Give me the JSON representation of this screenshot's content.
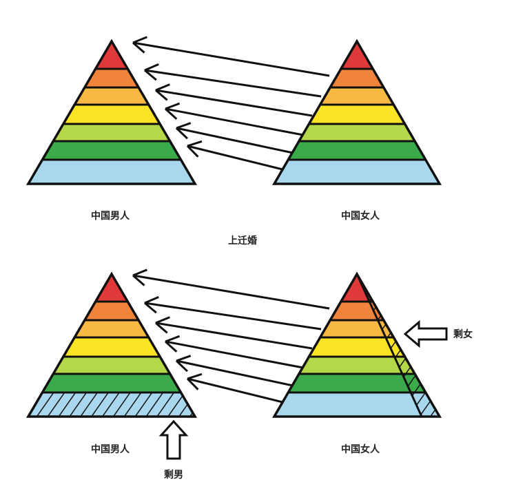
{
  "top_panel": {
    "left_label": "中国男人",
    "right_label": "中国女人",
    "caption": "上迁婚"
  },
  "bottom_panel": {
    "left_label": "中国男人",
    "right_label": "中国女人",
    "leftover_men_label": "剩男",
    "leftover_women_label": "剩女"
  },
  "band_colors": [
    "#e0393a",
    "#f0843a",
    "#f7b944",
    "#fbe325",
    "#b5d84a",
    "#3aaa4a",
    "#a9d7ee"
  ],
  "arrow_count": 6
}
